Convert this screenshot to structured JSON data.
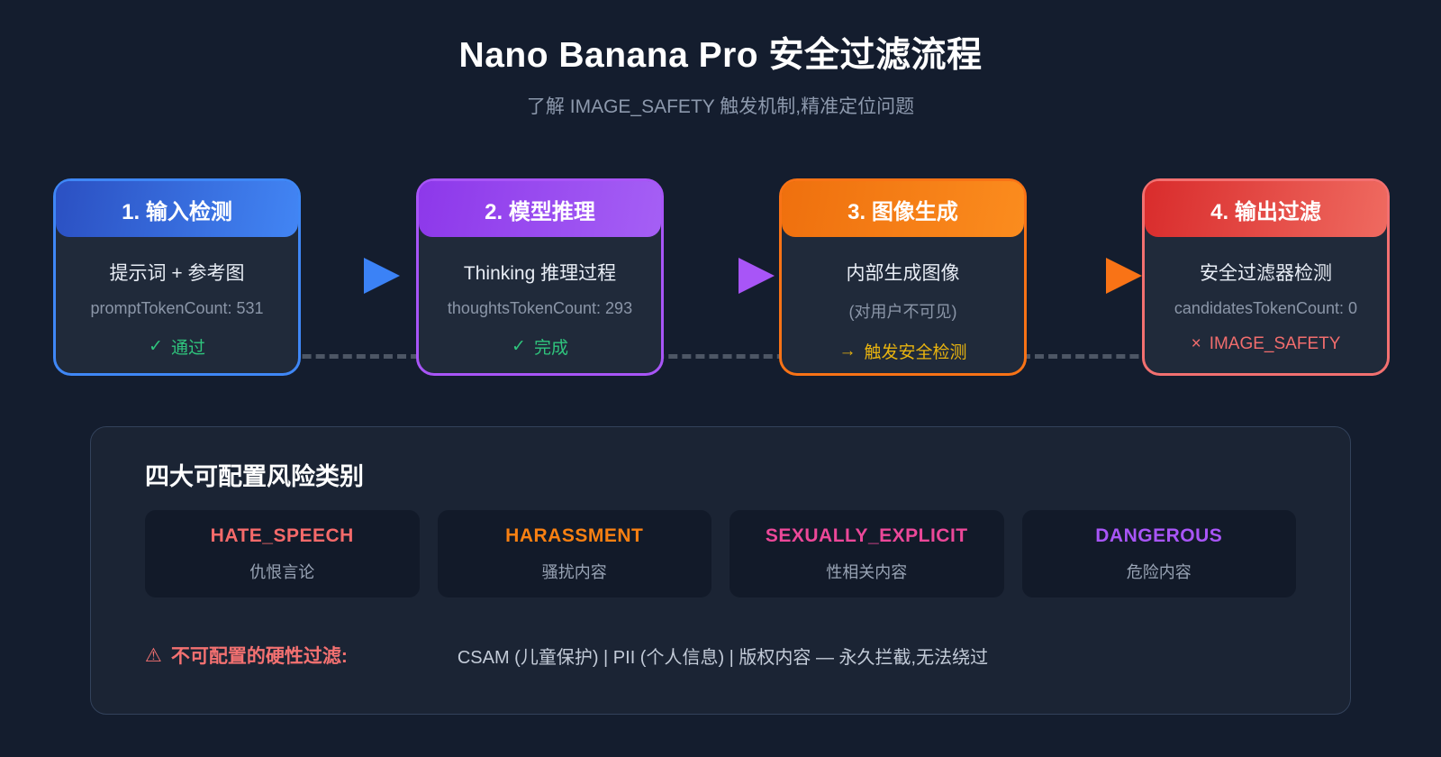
{
  "page": {
    "title": "Nano Banana Pro 安全过滤流程",
    "subtitle": "了解 IMAGE_SAFETY 触发机制,精准定位问题"
  },
  "flow": {
    "steps": [
      {
        "title": "1. 输入检测",
        "line1": "提示词 + 参考图",
        "line2": "promptTokenCount: 531",
        "status_icon": "✓",
        "status_text": "通过",
        "status_color": "#2fc57d",
        "accent": "#3b82f6"
      },
      {
        "title": "2. 模型推理",
        "line1": "Thinking 推理过程",
        "line2": "thoughtsTokenCount: 293",
        "status_icon": "✓",
        "status_text": "完成",
        "status_color": "#2fc57d",
        "accent": "#a855f7"
      },
      {
        "title": "3. 图像生成",
        "line1": "内部生成图像",
        "line2": "(对用户不可见)",
        "status_icon": "→",
        "status_text": "触发安全检测",
        "status_color": "#e9b40f",
        "accent": "#f97316"
      },
      {
        "title": "4. 输出过滤",
        "line1": "安全过滤器检测",
        "line2": "candidatesTokenCount: 0",
        "status_icon": "×",
        "status_text": "IMAGE_SAFETY",
        "status_color": "#f26d6d",
        "accent": "#f37070"
      }
    ]
  },
  "panel": {
    "heading": "四大可配置风险类别",
    "categories": [
      {
        "name": "HATE_SPEECH",
        "label": "仇恨言论",
        "color": "#f56a6a"
      },
      {
        "name": "HARASSMENT",
        "label": "骚扰内容",
        "color": "#f98012"
      },
      {
        "name": "SEXUALLY_EXPLICIT",
        "label": "性相关内容",
        "color": "#ec4899"
      },
      {
        "name": "DANGEROUS",
        "label": "危险内容",
        "color": "#a855f7"
      }
    ],
    "hard_filter": {
      "icon": "⚠",
      "label": "不可配置的硬性过滤:",
      "text": "CSAM (儿童保护) | PII (个人信息) | 版权内容 — 永久拦截,无法绕过"
    }
  }
}
